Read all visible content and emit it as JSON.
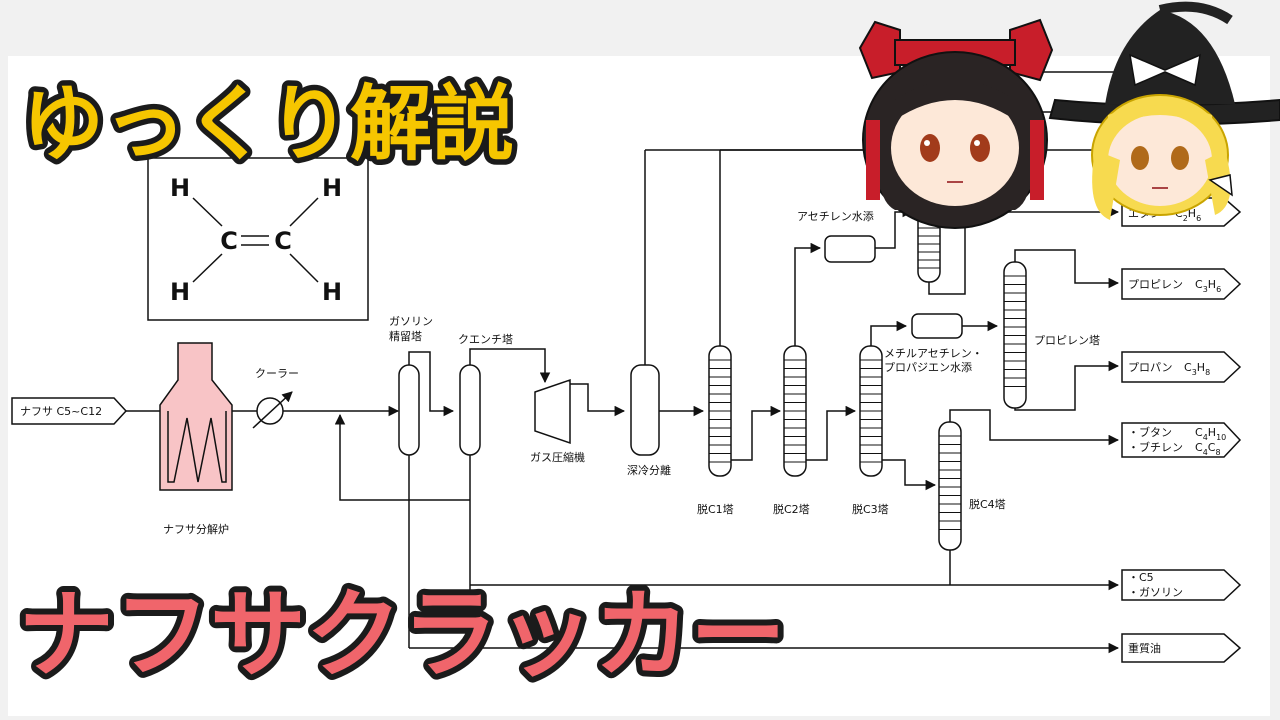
{
  "titles": {
    "top": "ゆっくり解説",
    "bottom": "ナフサクラッカー"
  },
  "colors": {
    "title_top": "#f6c600",
    "title_bottom": "#f0656b",
    "furnace_fill": "#f8c4c6"
  },
  "structure": {
    "h": "H",
    "c": "C"
  },
  "flow": {
    "naphtha_input": "ナフサ C5~C12",
    "furnace": "ナフサ分解炉",
    "cooler": "クーラー",
    "gas_tower_1": "ガソリン",
    "gas_tower_2": "精留塔",
    "quench": "クエンチ塔",
    "compressor": "ガス圧縮機",
    "cryo": "深冷分離",
    "c1": "脱C1塔",
    "c2": "脱C2塔",
    "c3": "脱C3塔",
    "c4": "脱C4塔",
    "acetylene": "アセチレン水添",
    "mapd_1": "メチルアセチレン・",
    "mapd_2": "プロパジエン水添",
    "propylene_tower": "プロピレン塔"
  },
  "outputs": {
    "ethane": {
      "text": "エタン",
      "c": "C",
      "c_sub": "2",
      "h": "H",
      "h_sub": "6"
    },
    "propylene": {
      "text": "プロピレン",
      "c": "C",
      "c_sub": "3",
      "h": "H",
      "h_sub": "6"
    },
    "propane": {
      "text": "プロパン",
      "c": "C",
      "c_sub": "3",
      "h": "H",
      "h_sub": "8"
    },
    "butane": {
      "text": "・ブタン",
      "c": "C",
      "c_sub": "4",
      "h": "H",
      "h_sub": "10"
    },
    "butene": {
      "text": "・ブチレン",
      "c": "C",
      "c_sub": "4",
      "h": "C",
      "h_sub": "8"
    },
    "c5": "・C5",
    "gasoline": "・ガソリン",
    "heavy_oil": "重質油"
  },
  "icons": [
    "cooler-icon",
    "compressor-icon",
    "furnace-icon",
    "distillation-column-icon"
  ]
}
